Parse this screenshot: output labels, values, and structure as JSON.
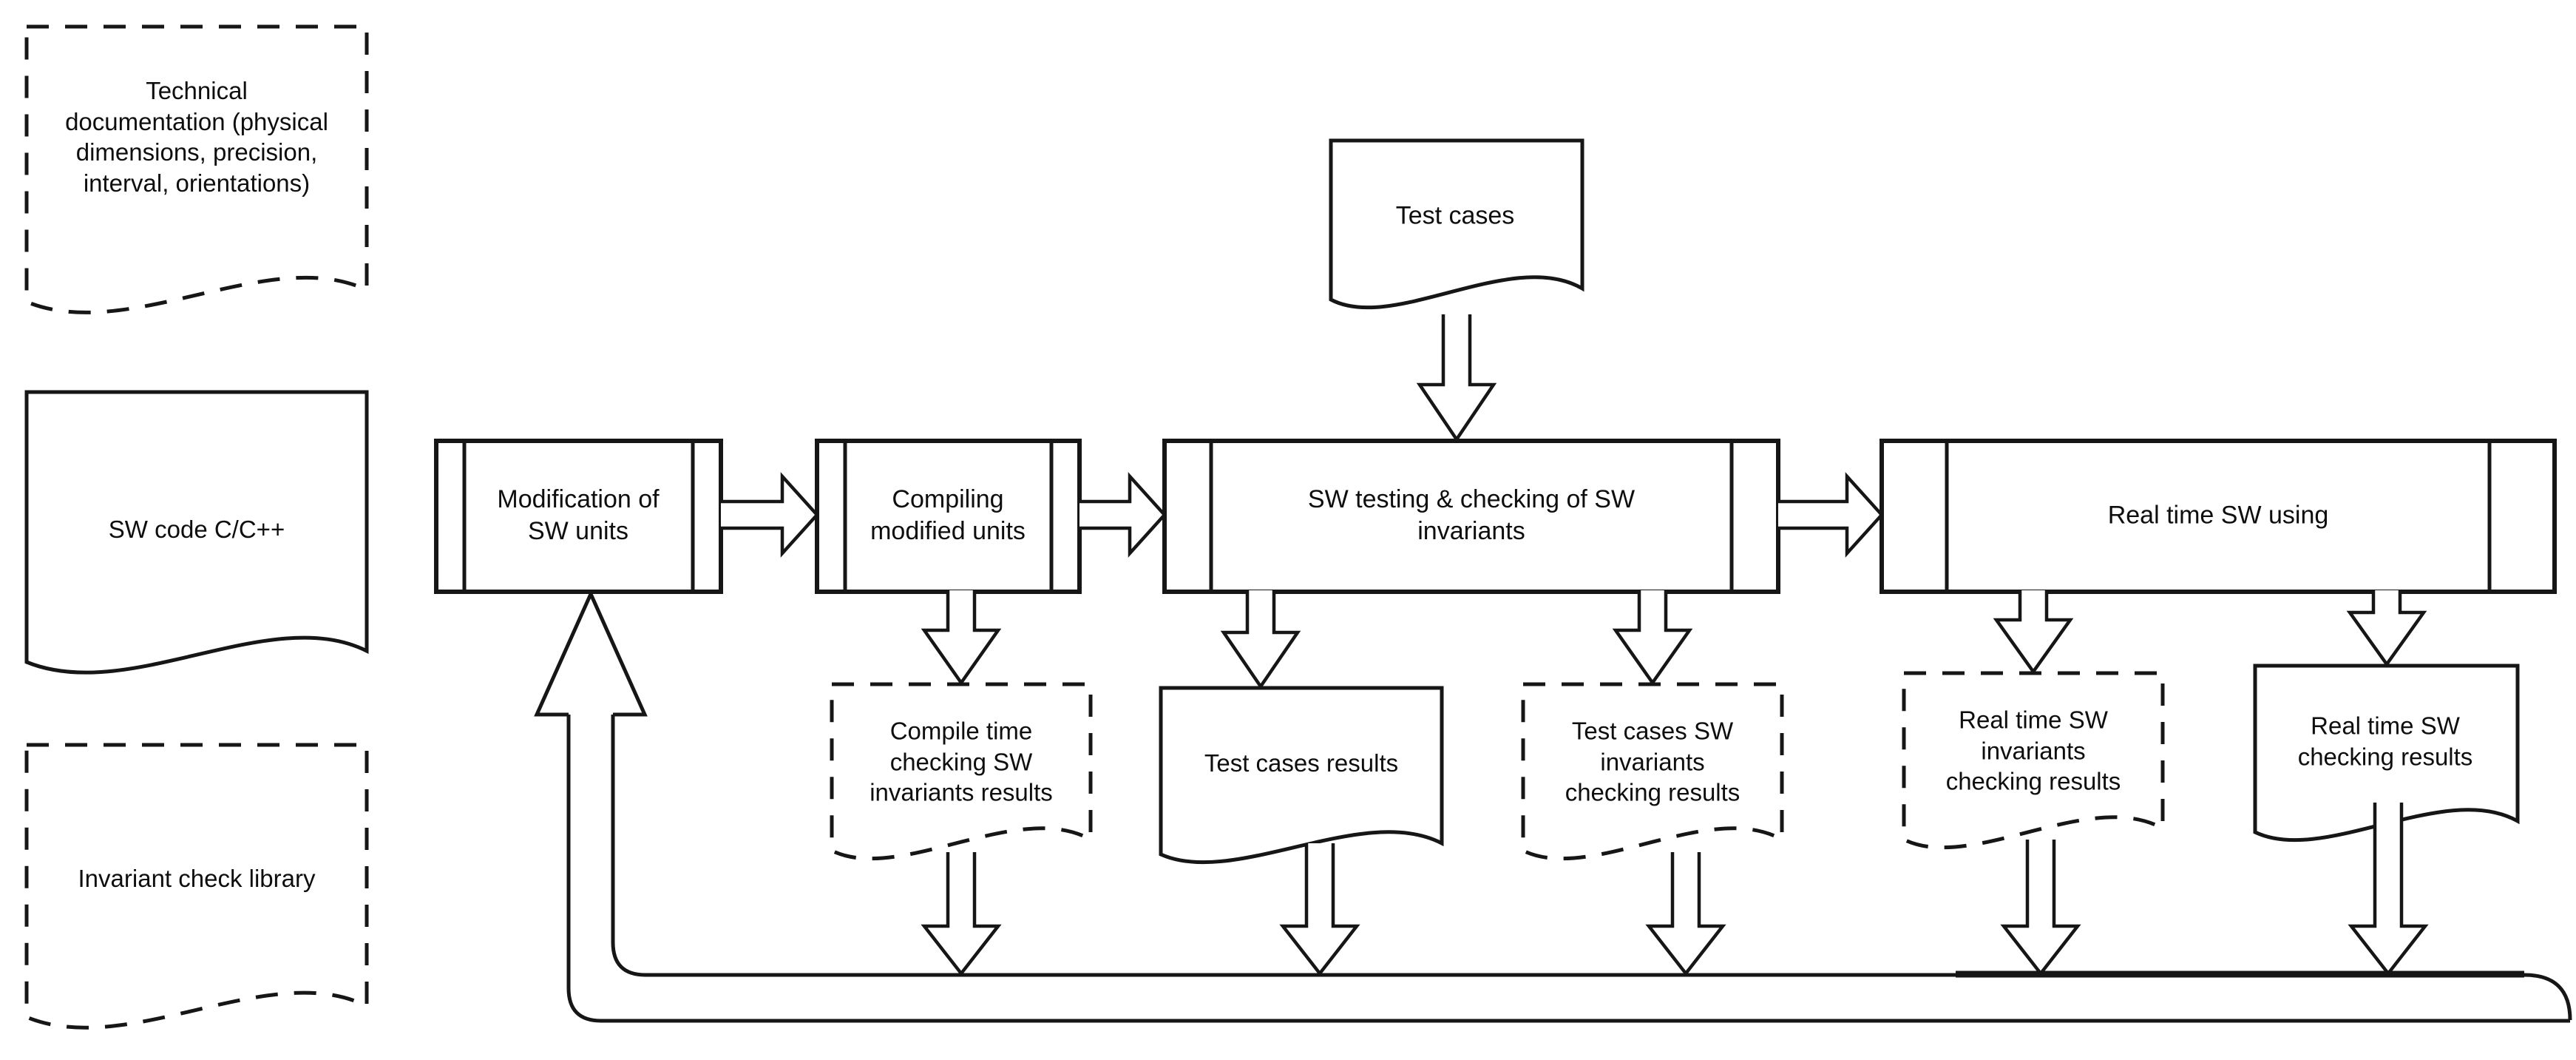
{
  "colors": {
    "line": "#161616",
    "background": "#ffffff",
    "fill": "#ffffff"
  },
  "nodes": {
    "technical_documentation": {
      "label": "Technical\ndocumentation (physical\ndimensions, precision,\ninterval, orientations)"
    },
    "sw_code": {
      "label": "SW code C/C++"
    },
    "invariant_check_library": {
      "label": "Invariant check library"
    },
    "test_cases": {
      "label": "Test cases"
    },
    "modification_of_sw_units": {
      "label": "Modification of\nSW units"
    },
    "compiling_modified_units": {
      "label": "Compiling\nmodified units"
    },
    "sw_testing_checking_invariants": {
      "label": "SW testing & checking of SW\ninvariants"
    },
    "real_time_sw_using": {
      "label": "Real time SW using"
    },
    "compile_time_checking_results": {
      "label": "Compile time\nchecking SW\ninvariants results"
    },
    "test_cases_results": {
      "label": "Test cases results"
    },
    "test_cases_sw_invariants_checking_results": {
      "label": "Test cases SW\ninvariants\nchecking results"
    },
    "real_time_sw_invariants_checking_results": {
      "label": "Real time SW\ninvariants\nchecking results"
    },
    "real_time_sw_checking_results": {
      "label": "Real time SW\nchecking results"
    }
  }
}
